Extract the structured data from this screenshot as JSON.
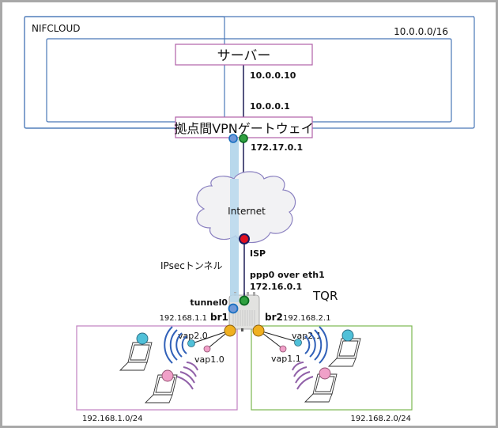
{
  "cloud_region": {
    "label": "NIFCLOUD",
    "cidr": "10.0.0.0/16"
  },
  "server": {
    "label": "サーバー",
    "ip": "10.0.0.10"
  },
  "vpn_gateway": {
    "label": "拠点間VPNゲートウェイ",
    "private_ip": "10.0.0.1",
    "public_ip": "172.17.0.1"
  },
  "internet": {
    "label": "Internet",
    "isp_label": "ISP"
  },
  "tunnel": {
    "label": "IPsecトンネル",
    "interface": "tunnel0"
  },
  "router": {
    "name": "TQR",
    "wan_interface": "ppp0 over eth1",
    "wan_ip": "172.16.0.1"
  },
  "lan1": {
    "bridge": "br1",
    "bridge_ip": "192.168.1.1",
    "vap_a": "vap2.0",
    "vap_b": "vap1.0",
    "cidr": "192.168.1.0/24"
  },
  "lan2": {
    "bridge": "br2",
    "bridge_ip": "192.168.2.1",
    "vap_a": "vap2.1",
    "vap_b": "vap1.1",
    "cidr": "192.168.2.0/24"
  },
  "colors": {
    "outer_border": "#aaaaaa",
    "vpc_border": "#4a78b8",
    "box_border": "#b060a8",
    "lan1_border": "#c080c0",
    "lan2_border": "#7cb850",
    "tunnel": "#b8d8ec",
    "link": "#2a2a60",
    "node_blue": "#7098d8",
    "node_green": "#30a040",
    "node_red": "#e01020",
    "node_orange": "#f0b020",
    "node_cyan": "#50c0d8",
    "node_pink": "#f0a0c8",
    "wave_blue": "#3060b8",
    "wave_purple": "#9060a8"
  }
}
